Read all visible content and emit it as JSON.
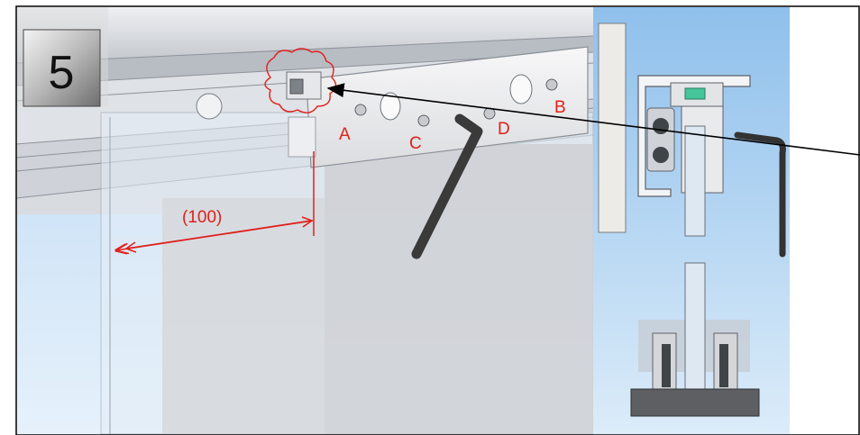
{
  "step": {
    "number": "5"
  },
  "dimension": {
    "label": "(100)"
  },
  "screw_labels": {
    "a": "A",
    "b": "B",
    "c": "C",
    "d": "D"
  },
  "colors": {
    "annotation_red": "#e0201a",
    "hex_key": "#3a3a3a",
    "sky_blue": "#9cc8ee",
    "rail_grey": "#c9ccd2"
  },
  "icons": {
    "step_badge": "step-number-badge",
    "tool": "hex-key-icon"
  }
}
